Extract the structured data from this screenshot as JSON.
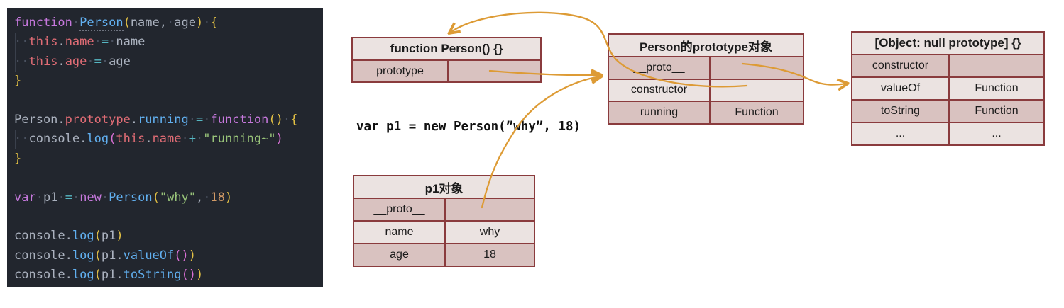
{
  "colors": {
    "canvas_bg": "#ffffff",
    "code_bg": "#22262e",
    "token": {
      "keyword": "#c678dd",
      "function": "#61afef",
      "property": "#e06c75",
      "operator": "#56b6c2",
      "string": "#98c379",
      "number": "#d19a66",
      "plain": "#abb2bf",
      "bracket_gold": "#e2c044",
      "bracket_purple": "#da70d6",
      "whitespace_dot": "#4a5160"
    },
    "table_border": "#8a3b3d",
    "table_row_light": "#ebe3e1",
    "table_row_dark": "#d9c2c0",
    "table_text": "#1b1b1b",
    "arrow": "#dd9b35"
  },
  "code_panel": {
    "lines": [
      {
        "segments": [
          {
            "t": "function",
            "y": "kw"
          },
          {
            "t": "·",
            "y": "ws"
          },
          {
            "t": "Person",
            "y": "fnu"
          },
          {
            "t": "(",
            "y": "p1"
          },
          {
            "t": "name",
            "y": "pl"
          },
          {
            "t": ",",
            "y": "pl"
          },
          {
            "t": "·",
            "y": "ws"
          },
          {
            "t": "age",
            "y": "pl"
          },
          {
            "t": ")",
            "y": "p1"
          },
          {
            "t": "·",
            "y": "ws"
          },
          {
            "t": "{",
            "y": "p1"
          }
        ]
      },
      {
        "segments": [
          {
            "t": "··",
            "y": "ws"
          },
          {
            "t": "this",
            "y": "prop"
          },
          {
            "t": ".",
            "y": "pl"
          },
          {
            "t": "name",
            "y": "prop"
          },
          {
            "t": "·",
            "y": "ws"
          },
          {
            "t": "=",
            "y": "op"
          },
          {
            "t": "·",
            "y": "ws"
          },
          {
            "t": "name",
            "y": "pl"
          }
        ]
      },
      {
        "segments": [
          {
            "t": "··",
            "y": "ws"
          },
          {
            "t": "this",
            "y": "prop"
          },
          {
            "t": ".",
            "y": "pl"
          },
          {
            "t": "age",
            "y": "prop"
          },
          {
            "t": "·",
            "y": "ws"
          },
          {
            "t": "=",
            "y": "op"
          },
          {
            "t": "·",
            "y": "ws"
          },
          {
            "t": "age",
            "y": "pl"
          }
        ]
      },
      {
        "segments": [
          {
            "t": "}",
            "y": "p1"
          }
        ]
      },
      {
        "segments": []
      },
      {
        "segments": [
          {
            "t": "Person",
            "y": "pl"
          },
          {
            "t": ".",
            "y": "pl"
          },
          {
            "t": "prototype",
            "y": "prop"
          },
          {
            "t": ".",
            "y": "pl"
          },
          {
            "t": "running",
            "y": "fn"
          },
          {
            "t": "·",
            "y": "ws"
          },
          {
            "t": "=",
            "y": "op"
          },
          {
            "t": "·",
            "y": "ws"
          },
          {
            "t": "function",
            "y": "kw"
          },
          {
            "t": "()",
            "y": "p1"
          },
          {
            "t": "·",
            "y": "ws"
          },
          {
            "t": "{",
            "y": "p1"
          }
        ]
      },
      {
        "segments": [
          {
            "t": "··",
            "y": "ws"
          },
          {
            "t": "console",
            "y": "pl"
          },
          {
            "t": ".",
            "y": "pl"
          },
          {
            "t": "log",
            "y": "fn"
          },
          {
            "t": "(",
            "y": "p2"
          },
          {
            "t": "this",
            "y": "prop"
          },
          {
            "t": ".",
            "y": "pl"
          },
          {
            "t": "name",
            "y": "prop"
          },
          {
            "t": "·",
            "y": "ws"
          },
          {
            "t": "+",
            "y": "op"
          },
          {
            "t": "·",
            "y": "ws"
          },
          {
            "t": "\"running~\"",
            "y": "str"
          },
          {
            "t": ")",
            "y": "p2"
          }
        ]
      },
      {
        "segments": [
          {
            "t": "}",
            "y": "p1"
          }
        ]
      },
      {
        "segments": []
      },
      {
        "segments": [
          {
            "t": "var",
            "y": "kw"
          },
          {
            "t": "·",
            "y": "ws"
          },
          {
            "t": "p1",
            "y": "pl"
          },
          {
            "t": "·",
            "y": "ws"
          },
          {
            "t": "=",
            "y": "op"
          },
          {
            "t": "·",
            "y": "ws"
          },
          {
            "t": "new",
            "y": "kw"
          },
          {
            "t": "·",
            "y": "ws"
          },
          {
            "t": "Person",
            "y": "fn"
          },
          {
            "t": "(",
            "y": "p1"
          },
          {
            "t": "\"why\"",
            "y": "str"
          },
          {
            "t": ",",
            "y": "pl"
          },
          {
            "t": "·",
            "y": "ws"
          },
          {
            "t": "18",
            "y": "num"
          },
          {
            "t": ")",
            "y": "p1"
          }
        ]
      },
      {
        "segments": []
      },
      {
        "segments": [
          {
            "t": "console",
            "y": "pl"
          },
          {
            "t": ".",
            "y": "pl"
          },
          {
            "t": "log",
            "y": "fn"
          },
          {
            "t": "(",
            "y": "p1"
          },
          {
            "t": "p1",
            "y": "pl"
          },
          {
            "t": ")",
            "y": "p1"
          }
        ]
      },
      {
        "segments": [
          {
            "t": "console",
            "y": "pl"
          },
          {
            "t": ".",
            "y": "pl"
          },
          {
            "t": "log",
            "y": "fn"
          },
          {
            "t": "(",
            "y": "p1"
          },
          {
            "t": "p1",
            "y": "pl"
          },
          {
            "t": ".",
            "y": "pl"
          },
          {
            "t": "valueOf",
            "y": "fn"
          },
          {
            "t": "(",
            "y": "p2"
          },
          {
            "t": ")",
            "y": "p2"
          },
          {
            "t": ")",
            "y": "p1"
          }
        ]
      },
      {
        "segments": [
          {
            "t": "console",
            "y": "pl"
          },
          {
            "t": ".",
            "y": "pl"
          },
          {
            "t": "log",
            "y": "fn"
          },
          {
            "t": "(",
            "y": "p1"
          },
          {
            "t": "p1",
            "y": "pl"
          },
          {
            "t": ".",
            "y": "pl"
          },
          {
            "t": "toString",
            "y": "fn"
          },
          {
            "t": "(",
            "y": "p2"
          },
          {
            "t": ")",
            "y": "p2"
          },
          {
            "t": ")",
            "y": "p1"
          }
        ]
      }
    ]
  },
  "annotation": {
    "text": "var p1 = new Person(”why”, 18)"
  },
  "diagram": {
    "tables": [
      {
        "id": "function-person",
        "title": "function Person() {}",
        "rows": [
          {
            "label": "prototype",
            "value": ""
          }
        ]
      },
      {
        "id": "person-prototype",
        "title": "Person的prototype对象",
        "rows": [
          {
            "label": "__proto__",
            "value": ""
          },
          {
            "label": "constructor",
            "value": ""
          },
          {
            "label": "running",
            "value": "Function"
          }
        ]
      },
      {
        "id": "object-null-prototype",
        "title": "[Object: null prototype] {}",
        "rows": [
          {
            "label": "constructor",
            "value": ""
          },
          {
            "label": "valueOf",
            "value": "Function"
          },
          {
            "label": "toString",
            "value": "Function"
          },
          {
            "label": "...",
            "value": "..."
          }
        ]
      },
      {
        "id": "p1-object",
        "title": "p1对象",
        "rows": [
          {
            "label": "__proto__",
            "value": ""
          },
          {
            "label": "name",
            "value": "why"
          },
          {
            "label": "age",
            "value": "18"
          }
        ]
      }
    ],
    "arrows": [
      {
        "name": "arrow-constructor-to-function",
        "from": "person-prototype.constructor",
        "to": "function-person.top"
      },
      {
        "name": "arrow-prototype-to-prototype-object",
        "from": "function-person.prototype",
        "to": "person-prototype.left"
      },
      {
        "name": "arrow-p1-proto-to-prototype-object",
        "from": "p1-object.__proto__",
        "to": "person-prototype.left"
      },
      {
        "name": "arrow-proto-to-object-null",
        "from": "person-prototype.__proto__",
        "to": "object-null-prototype.left"
      }
    ]
  }
}
